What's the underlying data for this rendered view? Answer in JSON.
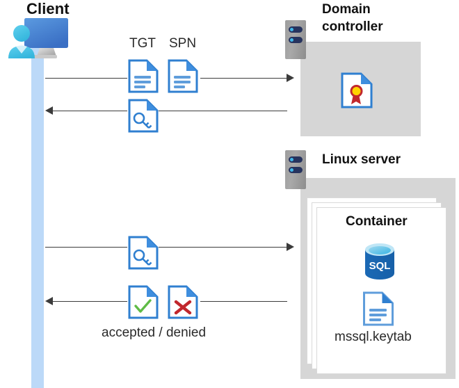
{
  "diagram": {
    "title_client": "Client",
    "title_domain_controller": "Domain\ncontroller",
    "title_domain_controller_line1": "Domain",
    "title_domain_controller_line2": "controller",
    "title_linux_server": "Linux server",
    "title_container": "Container",
    "label_tgt": "TGT",
    "label_spn": "SPN",
    "label_accepted_denied": "accepted / denied",
    "label_mssql_keytab": "mssql.keytab"
  },
  "icons": {
    "client": "client-workstation-icon",
    "server_rack": "server-rack-icon",
    "certificate": "certificate-document-icon",
    "ticket": "kerberos-ticket-key-document-icon",
    "document": "text-document-icon",
    "accepted": "accepted-check-document-icon",
    "denied": "denied-cross-document-icon",
    "sql": "sql-database-icon",
    "keytab": "keytab-document-icon"
  },
  "flows": [
    {
      "id": "flow-1",
      "direction": "right",
      "from": "Client",
      "to": "Domain controller",
      "payload": [
        "TGT",
        "SPN"
      ]
    },
    {
      "id": "flow-2",
      "direction": "left",
      "from": "Domain controller",
      "to": "Client",
      "payload": [
        "ticket"
      ]
    },
    {
      "id": "flow-3",
      "direction": "right",
      "from": "Client",
      "to": "Linux server",
      "payload": [
        "ticket"
      ]
    },
    {
      "id": "flow-4",
      "direction": "left",
      "from": "Linux server",
      "to": "Client",
      "payload": [
        "accepted",
        "denied"
      ]
    }
  ],
  "colors": {
    "panel_gray": "#d6d6d6",
    "lifeline_blue": "#bcd9f8",
    "doc_blue": "#2f7fd0",
    "doc_fold_blue": "#3f8ede",
    "accent_dark": "#26335e",
    "dot_blue": "#41b7e8",
    "check_green": "#5fbb46",
    "cross_red": "#c1272d",
    "cert_red": "#c1272d",
    "cert_yellow": "#ffd400",
    "sql_blue": "#1b69b5",
    "arrow_gray": "#3b3b3b",
    "text_dark": "#2a2a2a"
  }
}
